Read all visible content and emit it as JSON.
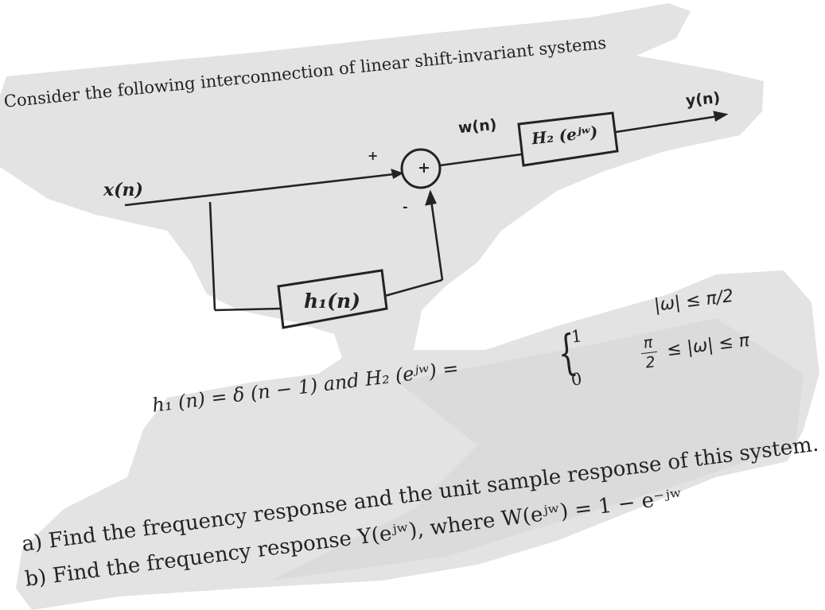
{
  "intro_text": "Consider the following interconnection of linear shift-invariant systems",
  "diagram": {
    "input_label": "x(n)",
    "sum_node_sign": "+",
    "plus_input_sign": "+",
    "minus_input_sign": "-",
    "intermediate_label": "w(n)",
    "output_label": "y(n)",
    "block_h2_label": "H₂ (eʲʷ)",
    "block_h1_label": "h₁(n)"
  },
  "definitions": {
    "equation": "h₁ (n) = δ (n − 1) and H₂ (eʲʷ) =",
    "case1_value": "1",
    "case1_condition": "|ω| ≤ π/2",
    "case2_value": "0",
    "case2_condition_prefix_num": "π",
    "case2_condition_prefix_den": "2",
    "case2_condition_rest": "≤ |ω| ≤ π"
  },
  "questions": {
    "a_continuation": "of this system.",
    "a_context": "response and the unit sample response",
    "a": "a)  Find the frequency response and the unit sample response of this system.",
    "b": "b)  Find the frequency response Y(eʲʷ), where   W(eʲʷ) = 1 − e⁻ʲʷ"
  },
  "colors": {
    "paper": "#e3e3e3",
    "paper_shadow": "#d4d4d4",
    "ink": "#232323",
    "background": "#ffffff"
  }
}
